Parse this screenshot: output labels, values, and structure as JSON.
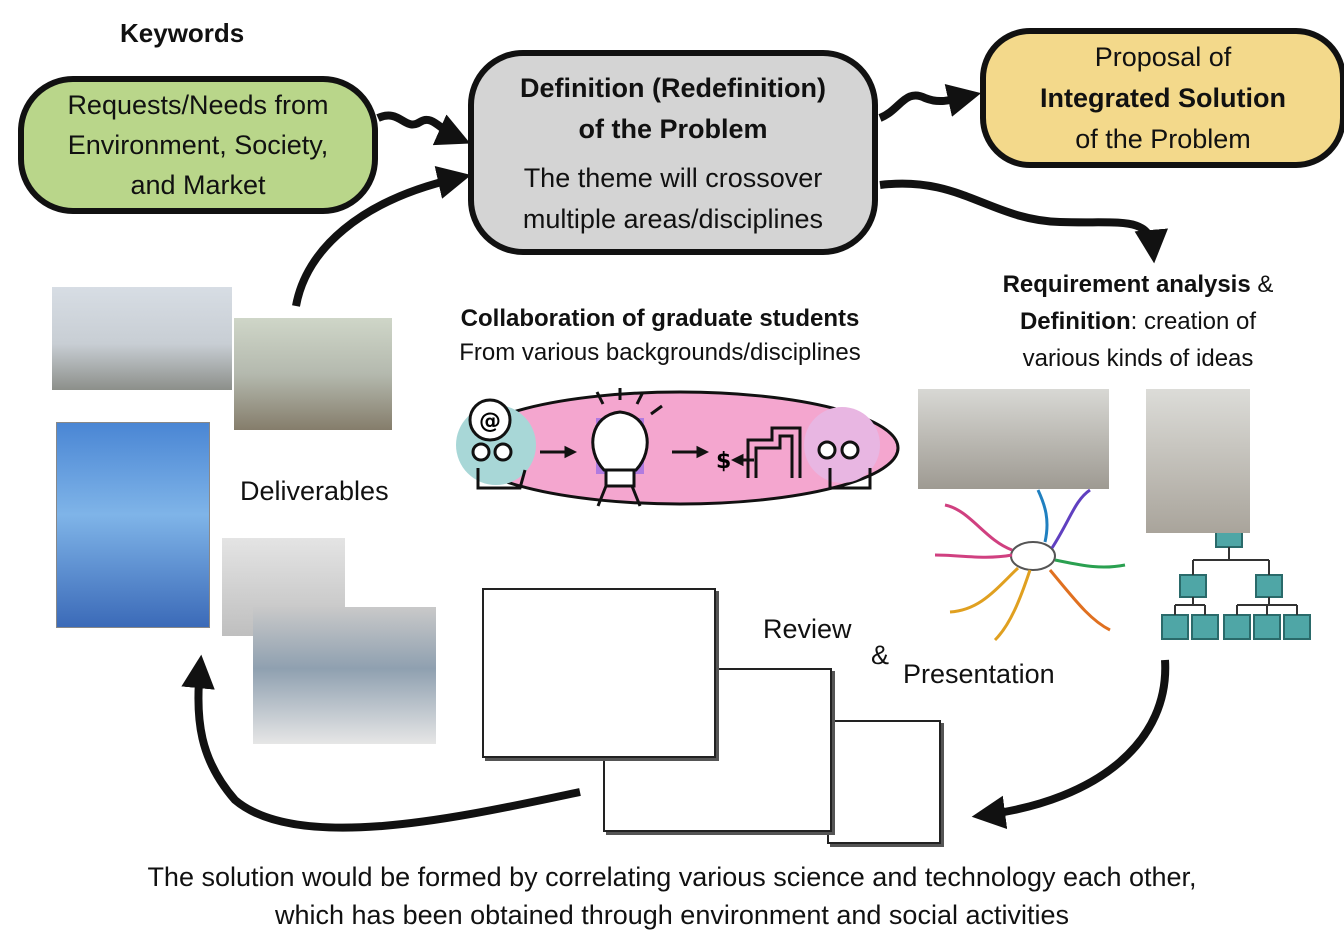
{
  "keywords_title": "Keywords",
  "needs_box": {
    "line1": "Requests/Needs from",
    "line2": "Environment, Society,",
    "line3": "and Market",
    "color": "#b9d68a"
  },
  "definition_box": {
    "line1": "Definition (Redefinition)",
    "line2": "of the Problem",
    "line3": "The theme will crossover",
    "line4": "multiple areas/disciplines",
    "color": "#d4d4d4"
  },
  "proposal_box": {
    "line1": "Proposal of",
    "line2": "Integrated Solution",
    "line3": "of the Problem",
    "color": "#f3d98b"
  },
  "requirement": {
    "bold1": "Requirement analysis",
    "amp": " &",
    "bold2": "Definition",
    "rest2": ": creation of",
    "line3": "various kinds of ideas"
  },
  "collaboration": {
    "bold": "Collaboration of graduate students",
    "line2": "From various backgrounds/disciplines"
  },
  "deliverables_label": "Deliverables",
  "review_label": "Review",
  "amp_label": "&",
  "presentation_label": "Presentation",
  "footer": {
    "line1": "The solution would be formed by correlating various science and technology each other,",
    "line2": "which has been obtained through environment and social activities"
  },
  "icons": [
    "at-sign-person-icon",
    "lightbulb-icon",
    "dollar-sign-icon",
    "stairs-icon",
    "person-icon",
    "org-chart-icon",
    "mind-map-icon"
  ]
}
